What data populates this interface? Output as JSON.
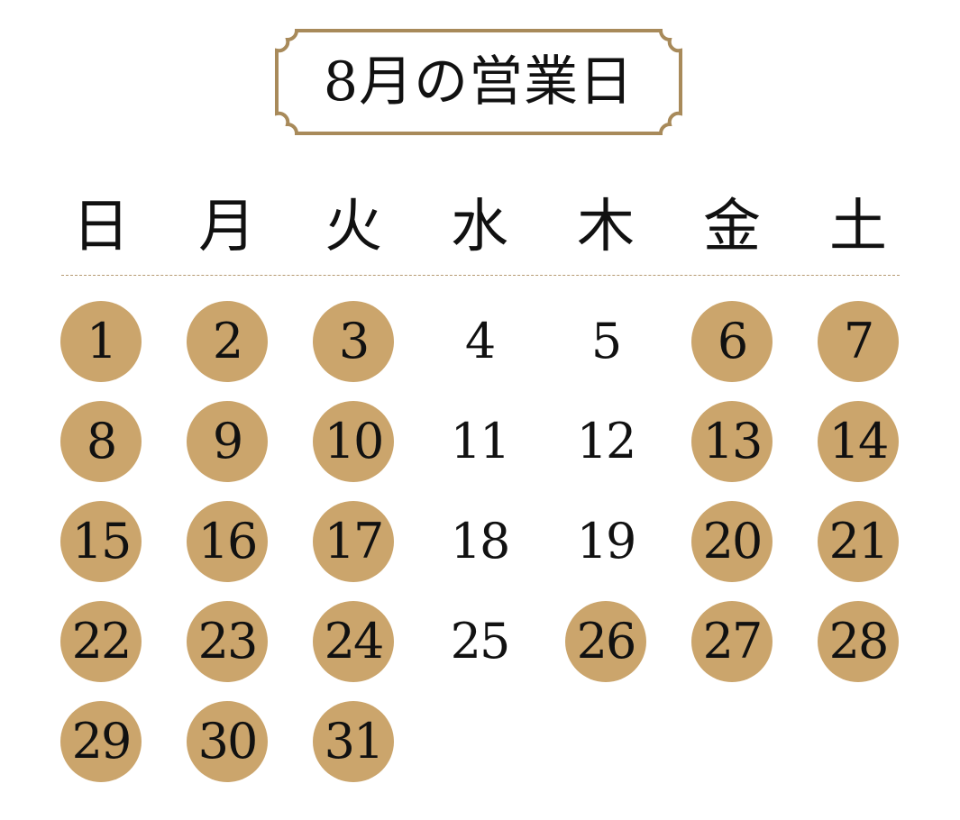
{
  "title": "8月の営業日",
  "colors": {
    "open_circle": "#cba56c",
    "frame_stroke": "#a88a5a",
    "divider": "#b59a72",
    "text": "#111111"
  },
  "weekdays": [
    "日",
    "月",
    "火",
    "水",
    "木",
    "金",
    "土"
  ],
  "days": [
    {
      "label": "1",
      "open": true
    },
    {
      "label": "2",
      "open": true
    },
    {
      "label": "3",
      "open": true
    },
    {
      "label": "4",
      "open": false
    },
    {
      "label": "5",
      "open": false
    },
    {
      "label": "6",
      "open": true
    },
    {
      "label": "7",
      "open": true
    },
    {
      "label": "8",
      "open": true
    },
    {
      "label": "9",
      "open": true
    },
    {
      "label": "10",
      "open": true
    },
    {
      "label": "11",
      "open": false
    },
    {
      "label": "12",
      "open": false
    },
    {
      "label": "13",
      "open": true
    },
    {
      "label": "14",
      "open": true
    },
    {
      "label": "15",
      "open": true
    },
    {
      "label": "16",
      "open": true
    },
    {
      "label": "17",
      "open": true
    },
    {
      "label": "18",
      "open": false
    },
    {
      "label": "19",
      "open": false
    },
    {
      "label": "20",
      "open": true
    },
    {
      "label": "21",
      "open": true
    },
    {
      "label": "22",
      "open": true
    },
    {
      "label": "23",
      "open": true
    },
    {
      "label": "24",
      "open": true
    },
    {
      "label": "25",
      "open": false
    },
    {
      "label": "26",
      "open": true
    },
    {
      "label": "27",
      "open": true
    },
    {
      "label": "28",
      "open": true
    },
    {
      "label": "29",
      "open": true
    },
    {
      "label": "30",
      "open": true
    },
    {
      "label": "31",
      "open": true
    }
  ]
}
